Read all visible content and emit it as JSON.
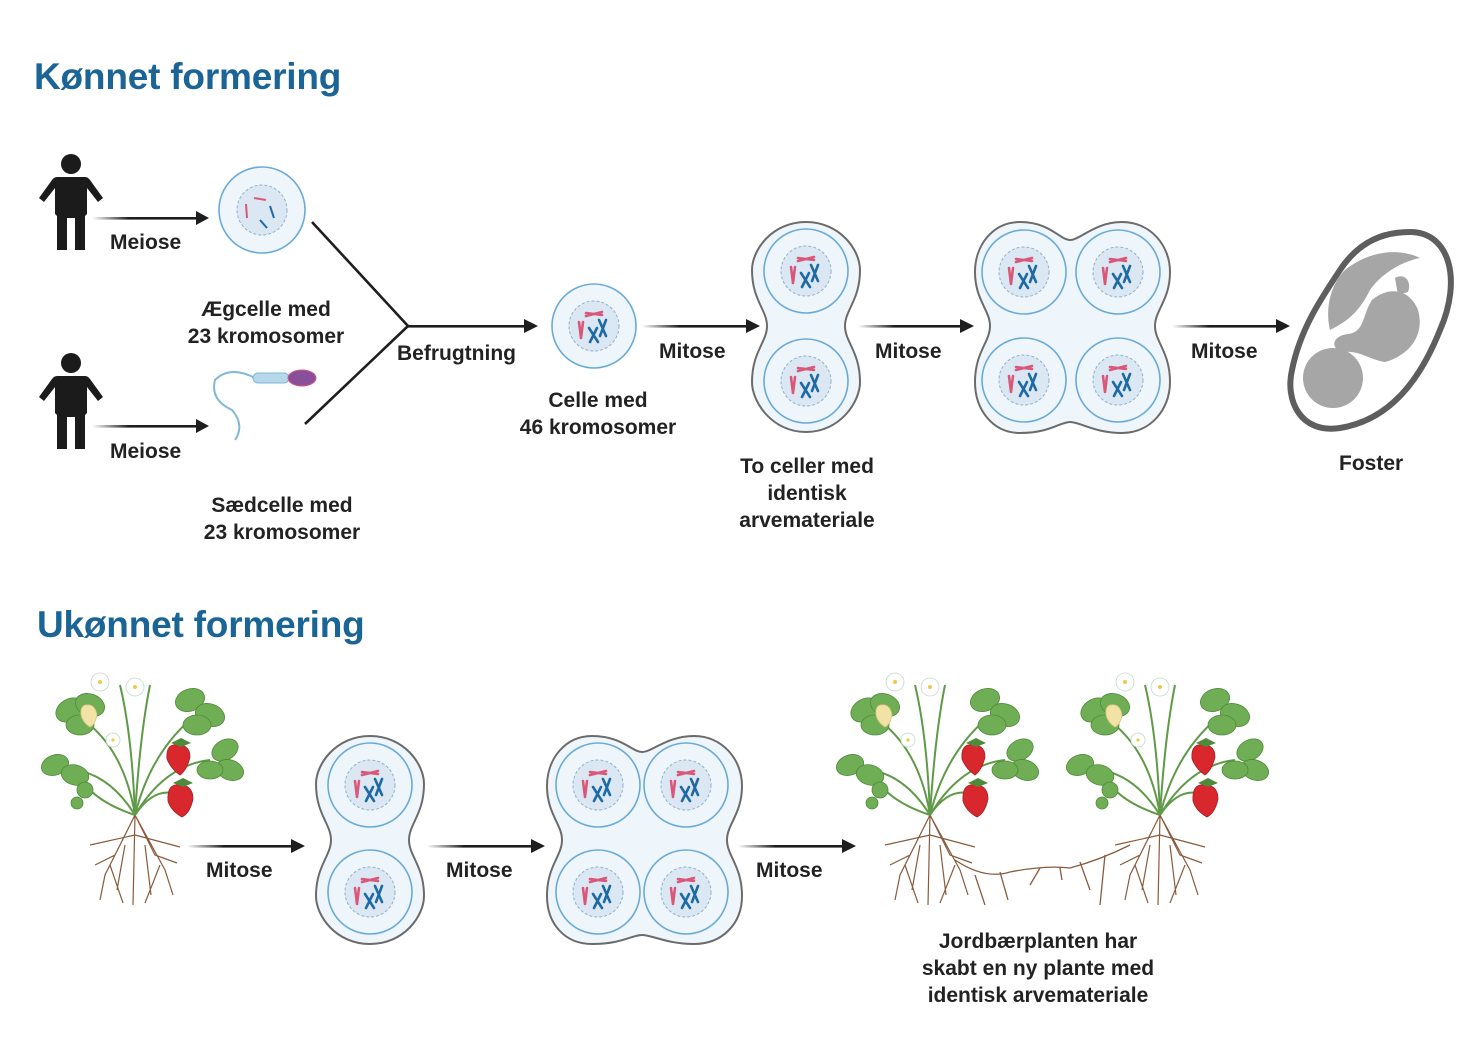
{
  "colors": {
    "title": "#1a6496",
    "text": "#222222",
    "arrow": "#1e1e1e",
    "cell_fill": "#eef6fc",
    "cell_stroke": "#6aaad8",
    "nucleus_fill": "#dbe8f3",
    "nucleus_stroke": "#8fb0cc",
    "outer_stroke": "#6b6b6b",
    "chromosome_red": "#d9587a",
    "chromosome_blue": "#1f6aa5",
    "fetus_gray": "#a6a6a6",
    "fetus_outline": "#5e5e5e",
    "leaf_green": "#6fae54",
    "berry_red": "#d8282e",
    "root_brown": "#8a5a3c",
    "person": "#1b1b1b"
  },
  "sections": {
    "sexual": {
      "title": "Kønnet formering",
      "meiose_top": "Meiose",
      "meiose_bottom": "Meiose",
      "egg_label": [
        "Ægcelle med",
        "23 kromosomer"
      ],
      "sperm_label": [
        "Sædcelle med",
        "23 kromosomer"
      ],
      "fertilization": "Befrugtning",
      "zygote_label": [
        "Celle med",
        "46 kromosomer"
      ],
      "mitose_1": "Mitose",
      "two_cells_label": [
        "To celler med",
        "identisk",
        "arvemateriale"
      ],
      "mitose_2": "Mitose",
      "mitose_3": "Mitose",
      "fetus_label": "Foster"
    },
    "asexual": {
      "title": "Ukønnet formering",
      "mitose_1": "Mitose",
      "mitose_2": "Mitose",
      "mitose_3": "Mitose",
      "result_label": [
        "Jordbærplanten har",
        "skabt en ny plante med",
        "identisk arvemateriale"
      ]
    }
  }
}
